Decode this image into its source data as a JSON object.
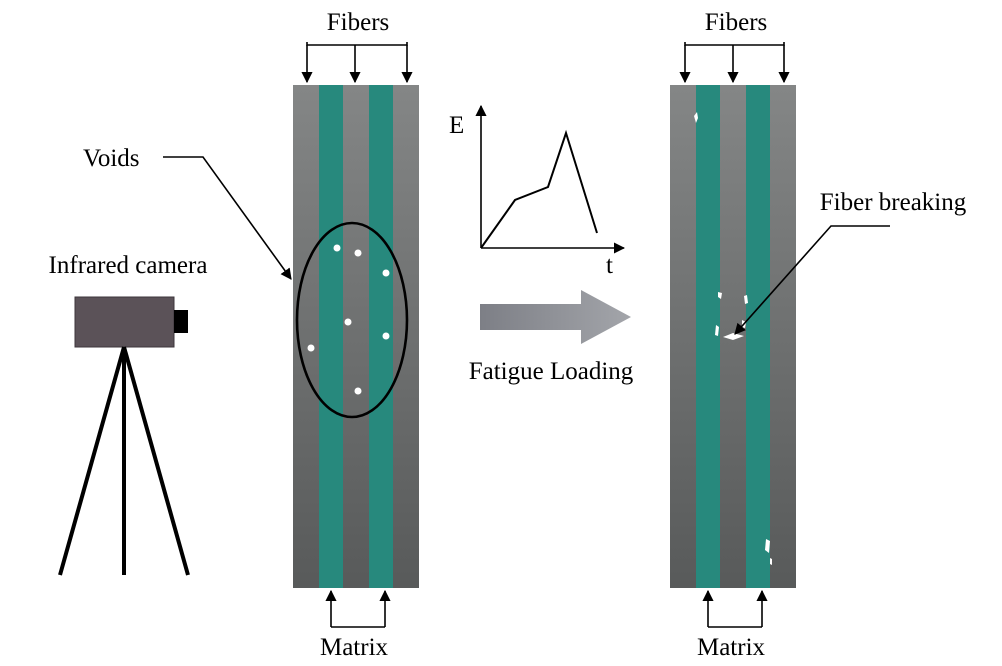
{
  "labels": {
    "fibers_left": "Fibers",
    "fibers_right": "Fibers",
    "voids": "Voids",
    "infrared_camera": "Infrared camera",
    "fiber_breaking": "Fiber breaking",
    "fatigue_loading": "Fatigue Loading",
    "matrix_left": "Matrix",
    "matrix_right": "Matrix"
  },
  "graph": {
    "y_axis_label": "E",
    "x_axis_label": "t"
  },
  "colors": {
    "matrix": "#6f7171",
    "fiber": "#27897d",
    "camera_body": "#5b5258",
    "camera_lens": "#000000",
    "arrow": "#8e9096",
    "void": "#ffffff"
  }
}
